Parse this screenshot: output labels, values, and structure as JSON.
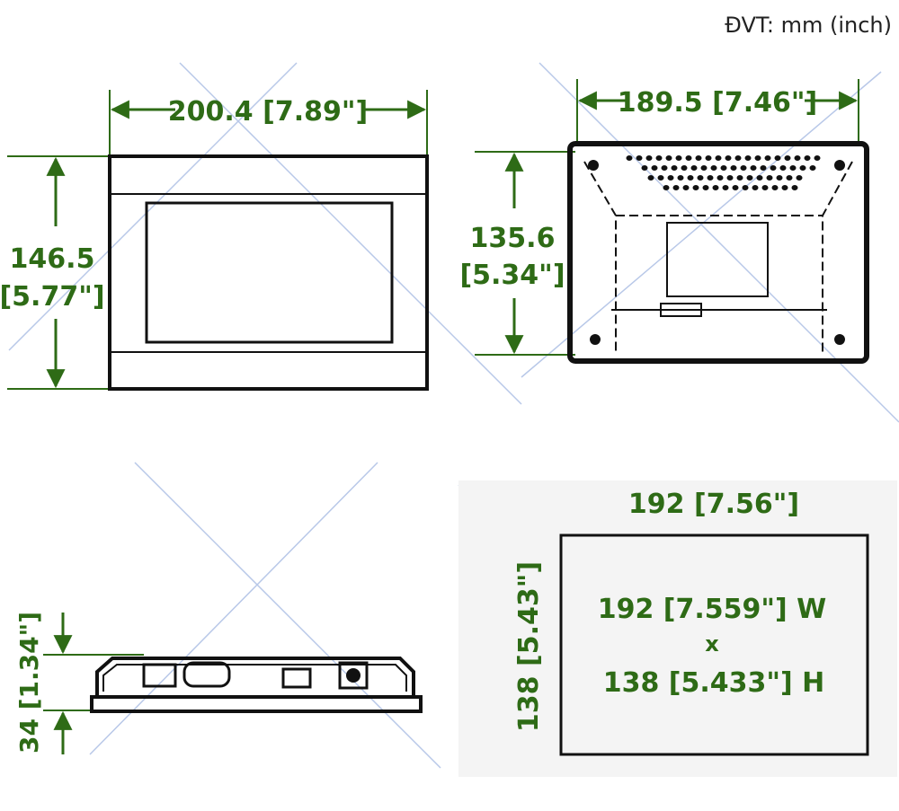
{
  "unit_label": "ĐVT: mm (inch)",
  "views": {
    "front": {
      "width_label": "200.4 [7.89\"]",
      "height_label_mm": "146.5",
      "height_label_in": "[5.77\"]"
    },
    "rear": {
      "width_label": "189.5 [7.46\"]",
      "height_label_mm": "135.6",
      "height_label_in": "[5.34\"]"
    },
    "side": {
      "depth_label": "34 [1.34\"]"
    },
    "cutout": {
      "top_label": "192 [7.56\"]",
      "side_label": "138 [5.43\"]",
      "size_line_w": "192 [7.559\"] W",
      "size_line_x": "x",
      "size_line_h": "138 [5.433\"] H"
    }
  },
  "colors": {
    "dimension": "#2e6b16",
    "outline": "#111111"
  }
}
